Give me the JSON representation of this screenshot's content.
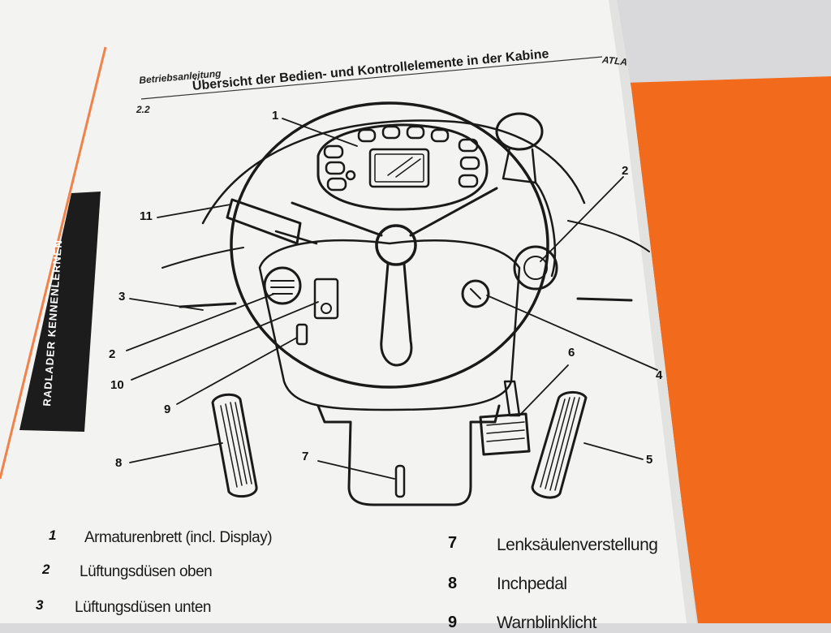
{
  "header": {
    "manual_label": "Betriebsanleitung",
    "brand_partial": "ATLA",
    "section_number": "2.2",
    "section_title": "Übersicht der Bedien- und Kontrollelemente in der Kabine"
  },
  "side_tab": {
    "label": "RADLADER KENNENLERNEN"
  },
  "callouts": [
    "1",
    "2",
    "3",
    "2",
    "10",
    "9",
    "8",
    "11",
    "7",
    "6",
    "5",
    "4"
  ],
  "legend_left": [
    {
      "num": "1",
      "text": "Armaturenbrett (incl. Display)"
    },
    {
      "num": "2",
      "text": "Lüftungsdüsen oben"
    },
    {
      "num": "3",
      "text": "Lüftungsdüsen unten"
    }
  ],
  "legend_right": [
    {
      "num": "7",
      "text": "Lenksäulenverstellung"
    },
    {
      "num": "8",
      "text": "Inchpedal"
    },
    {
      "num": "9",
      "text": "Warnblinklicht"
    }
  ],
  "colors": {
    "orange_binder": "#f26a1b",
    "orange_margin": "#f0824a",
    "page": "#f4f4f2",
    "tab": "#1c1c1c"
  }
}
